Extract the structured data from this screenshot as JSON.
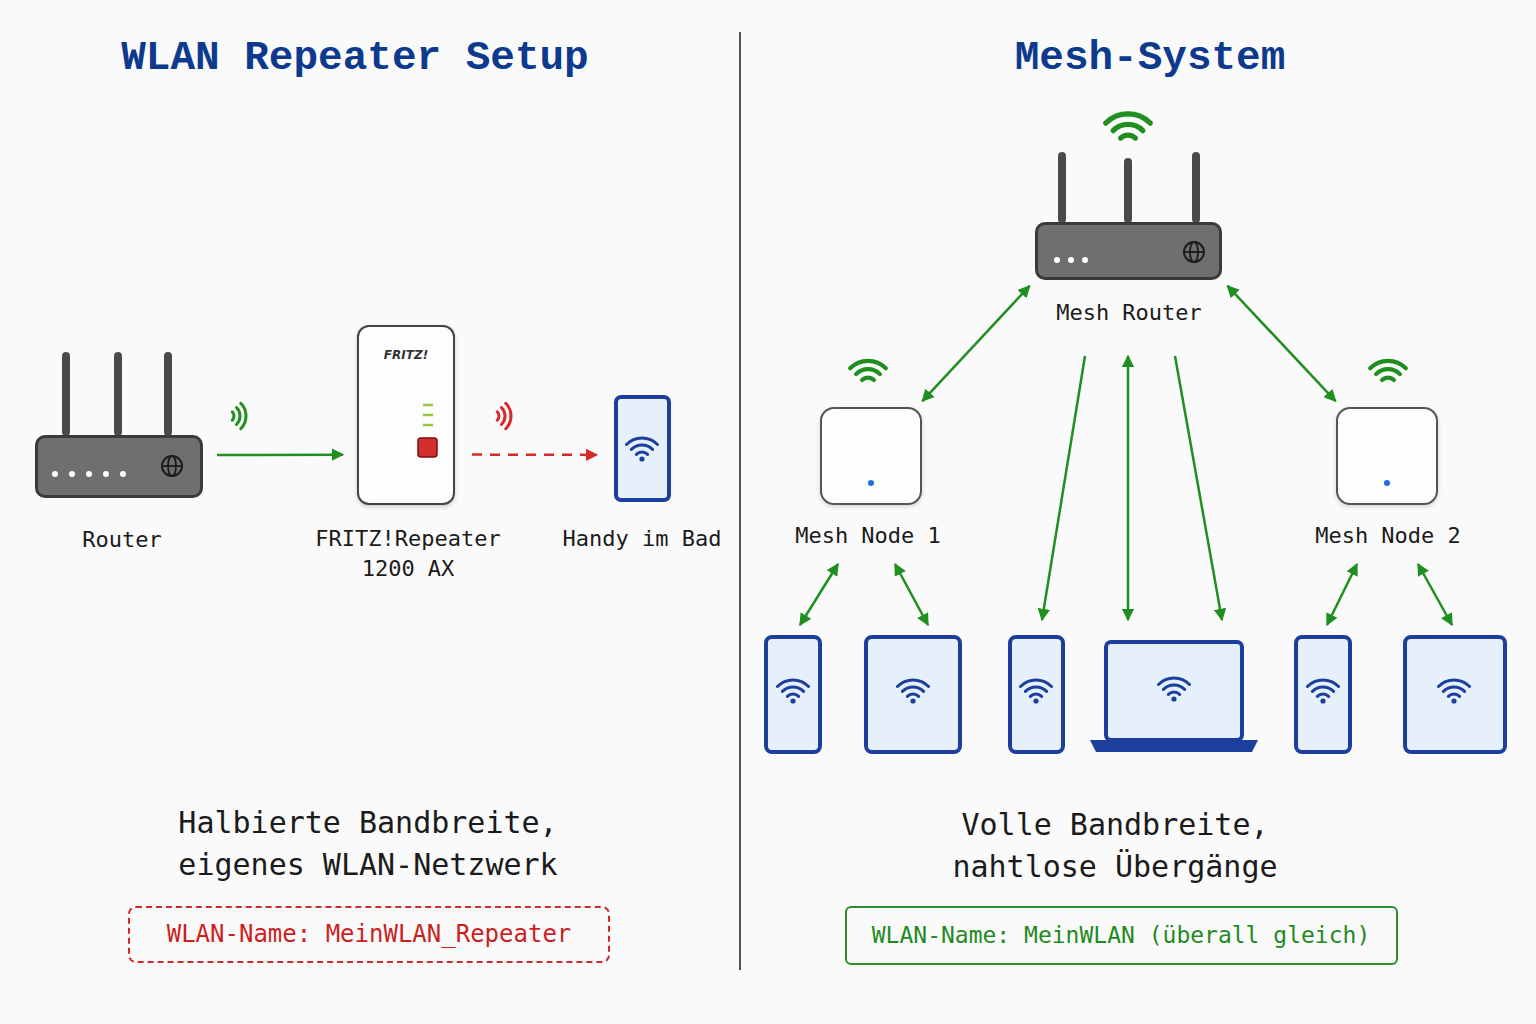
{
  "diagram": {
    "nodes": [
      {
        "text": [
          "Router"
        ]
      },
      {
        "text": [
          "FRITZ!",
          "FRITZ!Repeater 1200 AX"
        ]
      },
      {
        "text": [
          "Handy im Bad"
        ]
      },
      {
        "text": [
          "Mesh Router"
        ]
      },
      {
        "text": [
          "Mesh Node 1"
        ]
      },
      {
        "text": [
          "Mesh Node 2"
        ]
      },
      {
        "text": [
          "WLAN-Name: MeinWLAN_Repeater"
        ]
      },
      {
        "text": [
          "WLAN-Name: MeinWLAN (überall gleich)"
        ]
      }
    ],
    "edges": [
      {
        "from": 0,
        "to": 1,
        "arrow": "to"
      },
      {
        "from": 1,
        "to": 2,
        "arrow": "to"
      },
      {
        "from": 3,
        "to": 4,
        "arrow": "both"
      },
      {
        "from": 3,
        "to": 5,
        "arrow": "both"
      }
    ],
    "labels": [
      "WLAN Repeater Setup",
      "Mesh-System",
      "Halbierte Bandbreite, eigenes WLAN-Netzwerk",
      "Volle Bandbreite, nahtlose Übergänge"
    ]
  }
}
